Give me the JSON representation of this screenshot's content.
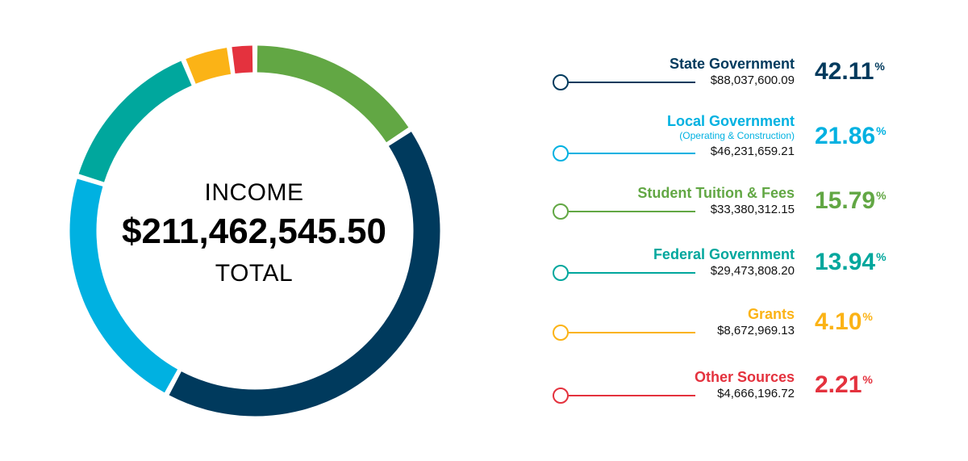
{
  "center": {
    "label_top": "INCOME",
    "total": "$211,462,545.50",
    "label_bottom": "TOTAL"
  },
  "chart_data": {
    "type": "pie",
    "title": "INCOME",
    "total": "$211,462,545.50",
    "series": [
      {
        "name": "State Government",
        "note": "",
        "amount": "$88,037,600.09",
        "percent": "42.11",
        "value": 42.11,
        "color": "#003a5d"
      },
      {
        "name": "Local Government",
        "note": "(Operating & Construction)",
        "amount": "$46,231,659.21",
        "percent": "21.86",
        "value": 21.86,
        "color": "#00b1e1"
      },
      {
        "name": "Student Tuition & Fees",
        "note": "",
        "amount": "$33,380,312.15",
        "percent": "15.79",
        "value": 15.79,
        "color": "#62a744"
      },
      {
        "name": "Federal Government",
        "note": "",
        "amount": "$29,473,808.20",
        "percent": "13.94",
        "value": 13.94,
        "color": "#00a79d"
      },
      {
        "name": "Grants",
        "note": "",
        "amount": "$8,672,969.13",
        "percent": "4.10",
        "value": 4.1,
        "color": "#fbb316"
      },
      {
        "name": "Other Sources",
        "note": "",
        "amount": "$4,666,196.72",
        "percent": "2.21",
        "value": 2.21,
        "color": "#e4323e"
      }
    ],
    "percent_symbol": "%",
    "ring_order": [
      "Student Tuition & Fees",
      "State Government",
      "Local Government",
      "Federal Government",
      "Grants",
      "Other Sources"
    ]
  }
}
